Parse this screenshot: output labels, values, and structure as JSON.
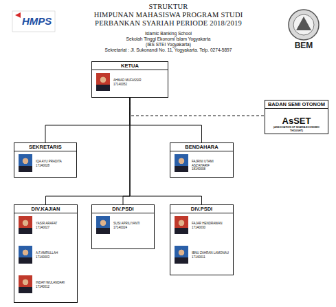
{
  "diagram": {
    "title": "STRUKTUR",
    "nodes": [
      {
        "text": [
          "KETUA",
          "AHMAD MUFASSIR",
          "17140052"
        ]
      },
      {
        "text": [
          "BADAN SEMI OTONOM",
          "AsSET",
          "(ASSOCIATION OF SHARIA ECONOMIC THOUGHT)"
        ]
      },
      {
        "text": [
          "SEKRETARIS",
          "IQA AYU PRADITA",
          "17140028"
        ]
      },
      {
        "text": [
          "BENDAHARA",
          "FAJRINI UTAMI ASZ'AHARIF",
          "18140008"
        ]
      },
      {
        "text": [
          "DIV.KAJIAN",
          "YASIR ARAFAT",
          "17140027",
          "A.F.AMRULLAH",
          "17140003",
          "INDAH WULANDARI",
          "17140012"
        ]
      },
      {
        "text": [
          "DIV.PSDI",
          "SUSI APRILIYANTI",
          "17140024"
        ]
      },
      {
        "text": [
          "DIV.PSDI",
          "FAJAR HENDRAWAN",
          "17140030",
          "IBNU ZAHRAN LAMONAU",
          "17140011"
        ]
      }
    ],
    "edges": [
      {
        "from": 0,
        "to": 1,
        "arrow": "none"
      },
      {
        "from": 0,
        "to": 2,
        "arrow": "none"
      },
      {
        "from": 0,
        "to": 3,
        "arrow": "none"
      },
      {
        "from": 0,
        "to": 4,
        "arrow": "none"
      },
      {
        "from": 0,
        "to": 5,
        "arrow": "none"
      },
      {
        "from": 0,
        "to": 6,
        "arrow": "none"
      }
    ],
    "labels": [
      "HIMPUNAN MAHASISWA PROGRAM STUDI",
      "PERBANKAN SYARIAH PERIODE 2018/2019",
      "Islamic Banking School",
      "Sekolah Tinggi Ekonomi Islam Yogyakarta",
      "(IBS STEI Yogyakarta)",
      "Sekretariat : Jl. Sukonandi No. 11, Yogyakarta. Telp. 0274-5897",
      "HMPS",
      "BEM"
    ]
  }
}
